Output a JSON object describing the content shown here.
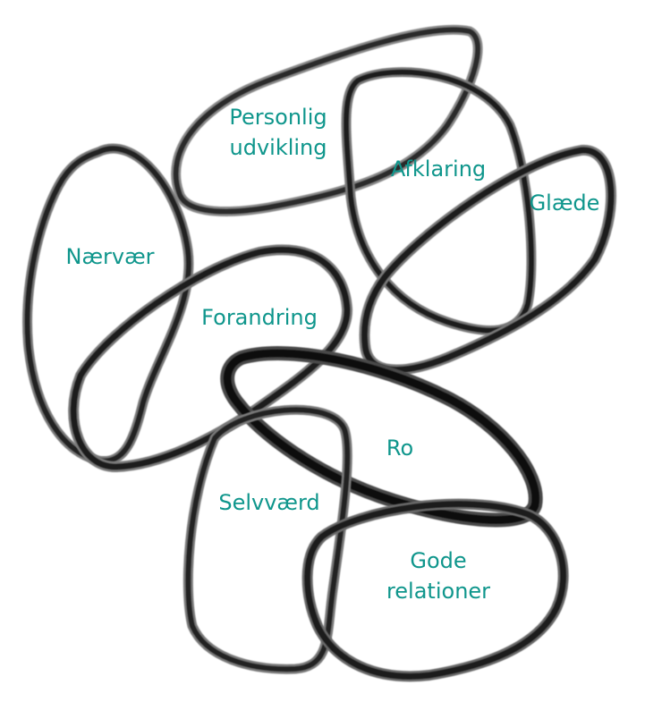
{
  "colors": {
    "label_text": "#0f968c",
    "band_dark": "#1a1a1a",
    "band_mid": "#3a3a3a",
    "band_light": "#6e6e6e",
    "background": "#ffffff"
  },
  "labels": {
    "personlig_udvikling": [
      "Personlig",
      "udvikling"
    ],
    "afklaring": "Afklaring",
    "glaede": "Glæde",
    "naervaer": "Nærvær",
    "forandring": "Forandring",
    "ro": "Ro",
    "selvvaerd": "Selvværd",
    "gode_relationer": [
      "Gode",
      "relationer"
    ]
  }
}
